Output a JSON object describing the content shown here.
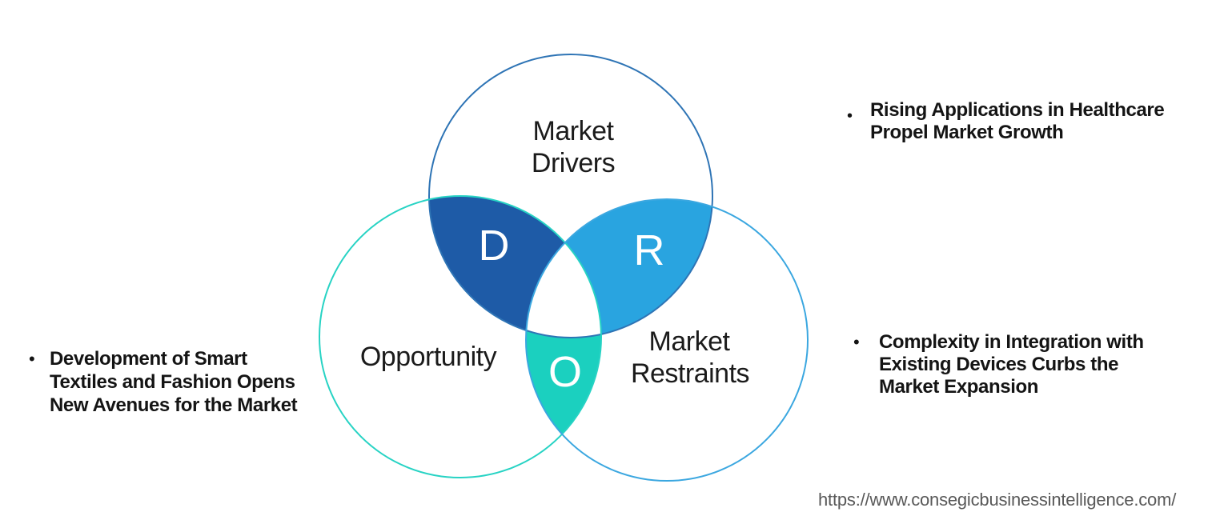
{
  "colors": {
    "background": "#FFFFFF",
    "drivers_outline": "#2E74B5",
    "opportunity_outline": "#27D3C4",
    "restraints_outline": "#3BA7E0",
    "drivers_overlap_fill": "#1E5BA7",
    "restraints_overlap_fill": "#29A4E0",
    "opportunity_overlap_fill": "#1BD0BF",
    "center_fill": "#FFFFFF",
    "label_text": "#1B1B1B",
    "overlap_letter_text": "#FFFFFF",
    "url_text": "#595959"
  },
  "venn": {
    "drivers": {
      "label_lines": [
        "Market",
        "Drivers"
      ],
      "letter": "D"
    },
    "opportunity": {
      "label": "Opportunity",
      "letter": "O"
    },
    "restraints": {
      "label_lines": [
        "Market",
        "Restraints"
      ],
      "letter": "R"
    }
  },
  "bullets": {
    "left": {
      "marker": "•",
      "lines": [
        "Development of Smart",
        "Textiles and Fashion Opens",
        "New Avenues for the Market"
      ]
    },
    "top_right": {
      "marker": "•",
      "lines": [
        "Rising Applications in Healthcare",
        "Propel Market Growth"
      ]
    },
    "bottom_right": {
      "marker": "•",
      "lines": [
        "Complexity in Integration with",
        "Existing Devices Curbs the",
        "Market Expansion"
      ]
    }
  },
  "footer": {
    "url": "https://www.consegicbusinessintelligence.com/"
  }
}
